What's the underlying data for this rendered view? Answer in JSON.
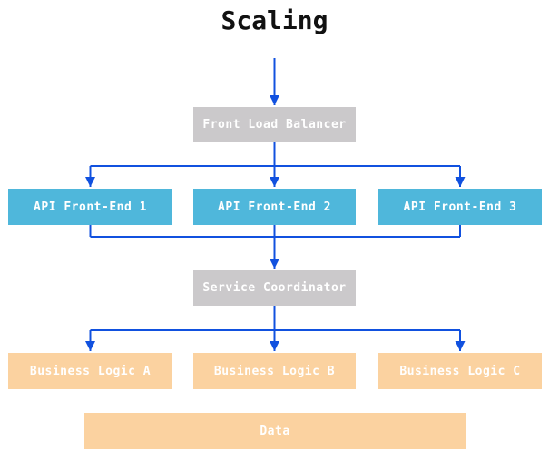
{
  "title": "Scaling",
  "colors": {
    "background": "#ffffff",
    "arrow": "#1151df",
    "node_gray": "#cbc9cb",
    "node_blue": "#4fb7db",
    "node_orange": "#fbd2a0",
    "node_text": "#ffffff",
    "title_text": "#111111"
  },
  "nodes": {
    "front_load_balancer": {
      "label": "Front Load Balancer",
      "color": "gray"
    },
    "api_front_end_1": {
      "label": "API Front-End 1",
      "color": "blue"
    },
    "api_front_end_2": {
      "label": "API Front-End 2",
      "color": "blue"
    },
    "api_front_end_3": {
      "label": "API Front-End 3",
      "color": "blue"
    },
    "service_coordinator": {
      "label": "Service Coordinator",
      "color": "gray"
    },
    "business_logic_a": {
      "label": "Business Logic A",
      "color": "orange"
    },
    "business_logic_b": {
      "label": "Business Logic B",
      "color": "orange"
    },
    "business_logic_c": {
      "label": "Business Logic C",
      "color": "orange"
    },
    "data": {
      "label": "Data",
      "color": "orange"
    }
  },
  "edges": [
    {
      "from": "title",
      "to": "front_load_balancer",
      "arrow": true
    },
    {
      "from": "front_load_balancer",
      "to": "api_front_end_1",
      "arrow": true
    },
    {
      "from": "front_load_balancer",
      "to": "api_front_end_2",
      "arrow": true
    },
    {
      "from": "front_load_balancer",
      "to": "api_front_end_3",
      "arrow": true
    },
    {
      "from": "api_front_end_1",
      "to": "service_coordinator",
      "arrow": true
    },
    {
      "from": "api_front_end_2",
      "to": "service_coordinator",
      "arrow": true
    },
    {
      "from": "api_front_end_3",
      "to": "service_coordinator",
      "arrow": true
    },
    {
      "from": "service_coordinator",
      "to": "business_logic_a",
      "arrow": true
    },
    {
      "from": "service_coordinator",
      "to": "business_logic_b",
      "arrow": true
    },
    {
      "from": "service_coordinator",
      "to": "business_logic_c",
      "arrow": true
    }
  ]
}
